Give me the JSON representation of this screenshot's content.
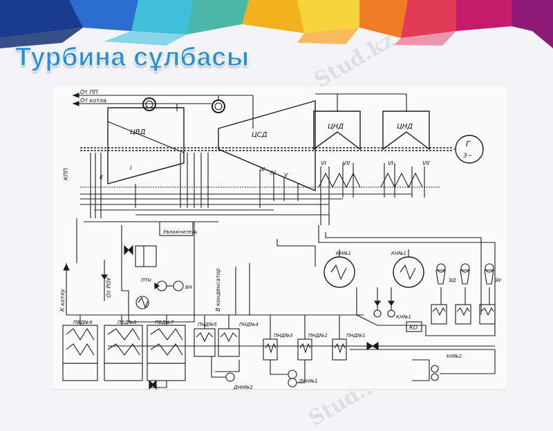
{
  "slide": {
    "title": "Турбина сұлбасы",
    "title_color": "#2a8fd6",
    "watermark": "Stud.kz - Stud.kz"
  },
  "scheme": {
    "top_labels": {
      "from_pp": "От ПП",
      "from_boiler": "От котла"
    },
    "cylinders": {
      "hp": "ЦВД",
      "ip": "ЦСД",
      "lp1": "ЦНД",
      "lp2": "ЦНД"
    },
    "generator": {
      "letter": "Г",
      "phase": "3~"
    },
    "side_labels": {
      "kpp": "КПП",
      "rou": "От РОУ",
      "to_boiler": "К котлу",
      "to_condenser": "В конденсатор"
    },
    "devices": {
      "desuperheater": "Увлажнитель",
      "pth": "ПТН",
      "bn": "БН",
      "kn1a": "КН№1",
      "kn1b": "КН№1",
      "kn1c": "КН№1",
      "kn2": "КН№2",
      "ko": "КО",
      "ed": "ЭД",
      "eu": "ЭУ",
      "dnn2": "ДНН№2",
      "dnn1": "ДНН№1"
    },
    "heaters": {
      "pvd9": "ПВД№9",
      "pvd8": "ПВД№8",
      "pvd7": "ПВД№7",
      "pnd5": "ПНД№5",
      "pnd4": "ПНД№4",
      "pnd3": "ПНД№3",
      "pnd2": "ПНД№2",
      "pnd1": "ПНД№1"
    }
  }
}
